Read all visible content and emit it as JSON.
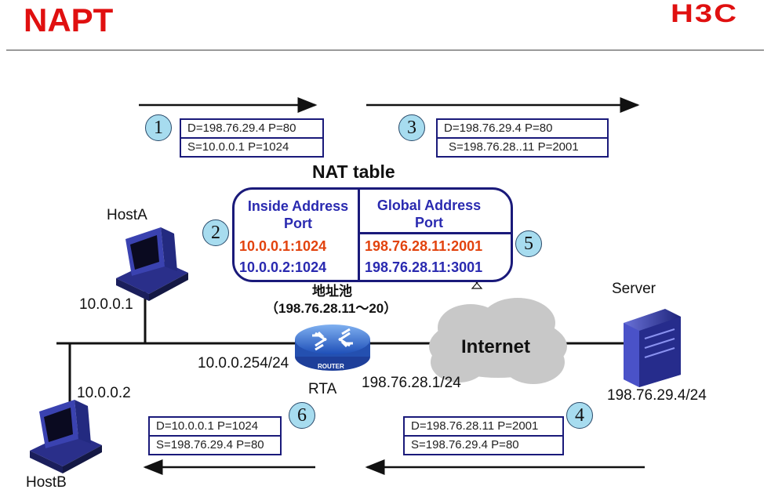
{
  "title": "NAPT",
  "logo": "H3C",
  "steps": {
    "s1": "1",
    "s2": "2",
    "s3": "3",
    "s4": "4",
    "s5": "5",
    "s6": "6"
  },
  "packets": {
    "p1": {
      "d": "D=198.76.29.4 P=80",
      "s": "S=10.0.0.1 P=1024"
    },
    "p3": {
      "d": "D=198.76.29.4 P=80",
      "s": "S=198.76.28..11 P=2001"
    },
    "p4": {
      "d": "D=198.76.28.11 P=2001",
      "s": "S=198.76.29.4 P=80"
    },
    "p6": {
      "d": "D=10.0.0.1 P=1024",
      "s": "S=198.76.29.4 P=80"
    }
  },
  "nat_table": {
    "title": "NAT table",
    "col_inside": "Inside Address Port",
    "col_global": "Global Address Port",
    "rows": [
      {
        "inside": "10.0.0.1:1024",
        "global": "198.76.28.11:2001",
        "color": "#e2430e"
      },
      {
        "inside": "10.0.0.2:1024",
        "global": "198.76.28.11:3001",
        "color": "#2a2ab0"
      }
    ]
  },
  "pool": {
    "label": "地址池",
    "range": "（198.76.28.11～20）"
  },
  "hosts": {
    "hostA": {
      "name": "HostA",
      "ip": "10.0.0.1"
    },
    "hostB": {
      "name": "HostB",
      "ip": "10.0.0.2"
    }
  },
  "router": {
    "name": "RTA",
    "badge": "ROUTER",
    "inside_ip": "10.0.0.254/24",
    "outside_ip": "198.76.28.1/24"
  },
  "cloud": {
    "label": "Internet"
  },
  "server": {
    "name": "Server",
    "ip": "198.76.29.4/24"
  },
  "colors": {
    "title": "#e01010",
    "table_border": "#1a1a7a",
    "step_circle": "#a7dcef",
    "cloud": "#c8c8c8"
  }
}
